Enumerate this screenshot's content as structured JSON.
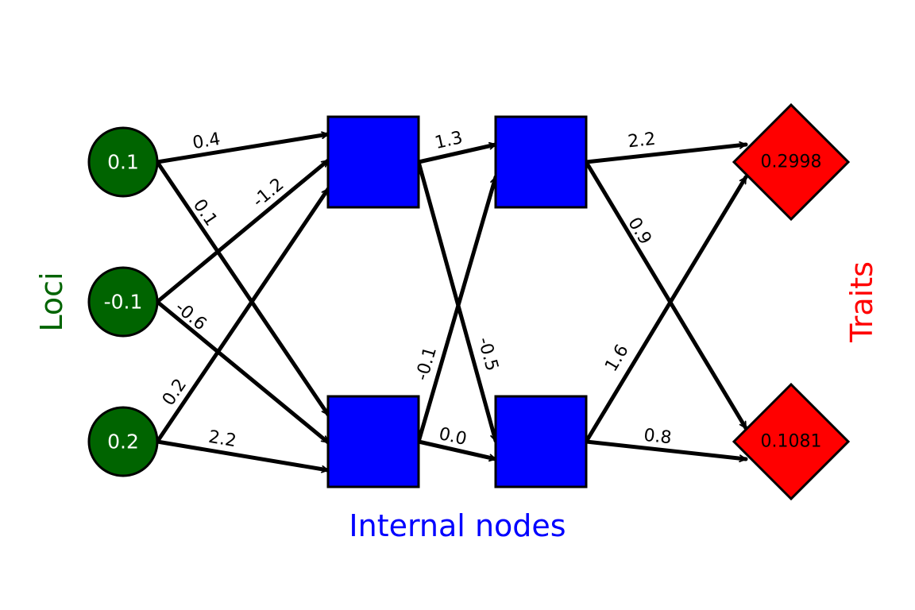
{
  "colors": {
    "loci": "#006400",
    "internal": "#0000ff",
    "traits": "#ff0000",
    "edge": "#000000"
  },
  "labels": {
    "loci": "Loci",
    "internal": "Internal nodes",
    "traits": "Traits"
  },
  "nodes": {
    "locus1": "0.1",
    "locus2": "-0.1",
    "locus3": "0.2",
    "hidden1": "",
    "hidden2": "",
    "hidden3": "",
    "hidden4": "",
    "trait1": "0.2998",
    "trait2": "0.1081"
  },
  "edges": [
    {
      "from": "locus1",
      "to": "hidden1",
      "weight": "0.4"
    },
    {
      "from": "locus1",
      "to": "hidden2",
      "weight": "0.1"
    },
    {
      "from": "locus2",
      "to": "hidden1",
      "weight": "-1.2"
    },
    {
      "from": "locus2",
      "to": "hidden2",
      "weight": "-0.6"
    },
    {
      "from": "locus3",
      "to": "hidden1",
      "weight": "0.2"
    },
    {
      "from": "locus3",
      "to": "hidden2",
      "weight": "2.2"
    },
    {
      "from": "hidden1",
      "to": "hidden3",
      "weight": "1.3"
    },
    {
      "from": "hidden1",
      "to": "hidden4",
      "weight": "-0.5"
    },
    {
      "from": "hidden2",
      "to": "hidden3",
      "weight": "-0.1"
    },
    {
      "from": "hidden2",
      "to": "hidden4",
      "weight": "0.0"
    },
    {
      "from": "hidden3",
      "to": "trait1",
      "weight": "2.2"
    },
    {
      "from": "hidden3",
      "to": "trait2",
      "weight": "0.9"
    },
    {
      "from": "hidden4",
      "to": "trait1",
      "weight": "1.6"
    },
    {
      "from": "hidden4",
      "to": "trait2",
      "weight": "0.8"
    }
  ]
}
